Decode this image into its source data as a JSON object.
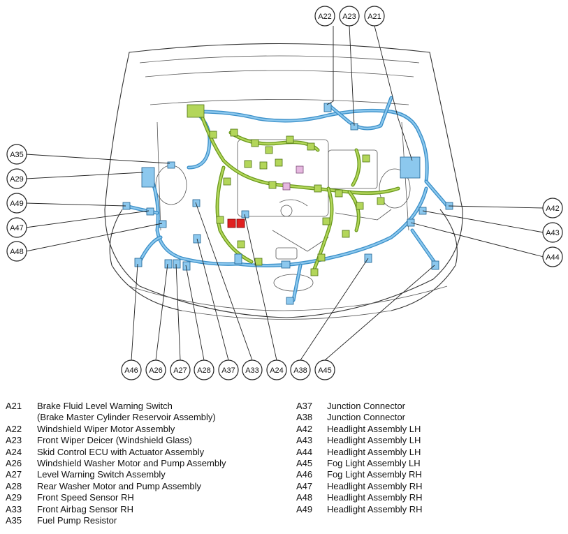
{
  "callouts": [
    {
      "id": "A22"
    },
    {
      "id": "A23"
    },
    {
      "id": "A21"
    },
    {
      "id": "A35"
    },
    {
      "id": "A29"
    },
    {
      "id": "A49"
    },
    {
      "id": "A47"
    },
    {
      "id": "A48"
    },
    {
      "id": "A42"
    },
    {
      "id": "A43"
    },
    {
      "id": "A44"
    },
    {
      "id": "A46"
    },
    {
      "id": "A26"
    },
    {
      "id": "A27"
    },
    {
      "id": "A28"
    },
    {
      "id": "A37"
    },
    {
      "id": "A33"
    },
    {
      "id": "A24"
    },
    {
      "id": "A38"
    },
    {
      "id": "A45"
    }
  ],
  "colors": {
    "harness_blue": "#3a8fc8",
    "harness_green": "#6a9a1c",
    "connector_blue": "#8cc8ee",
    "connector_green": "#b3d65a",
    "connector_pink": "#e6b8e0",
    "connector_red": "#e02020"
  },
  "legend": {
    "left": [
      {
        "code": "A21",
        "desc": "Brake Fluid Level Warning Switch"
      },
      {
        "code": "",
        "desc": "(Brake Master Cylinder Reservoir Assembly)"
      },
      {
        "code": "A22",
        "desc": "Windshield Wiper Motor Assembly"
      },
      {
        "code": "A23",
        "desc": "Front Wiper Deicer (Windshield Glass)"
      },
      {
        "code": "A24",
        "desc": "Skid Control ECU with Actuator Assembly"
      },
      {
        "code": "A26",
        "desc": "Windshield Washer Motor and Pump Assembly"
      },
      {
        "code": "A27",
        "desc": "Level Warning Switch Assembly"
      },
      {
        "code": "A28",
        "desc": "Rear Washer Motor and Pump Assembly"
      },
      {
        "code": "A29",
        "desc": "Front Speed Sensor RH"
      },
      {
        "code": "A33",
        "desc": "Front Airbag Sensor RH"
      },
      {
        "code": "A35",
        "desc": "Fuel Pump Resistor"
      }
    ],
    "right": [
      {
        "code": "A37",
        "desc": "Junction Connector"
      },
      {
        "code": "A38",
        "desc": "Junction Connector"
      },
      {
        "code": "A42",
        "desc": "Headlight Assembly LH"
      },
      {
        "code": "A43",
        "desc": "Headlight Assembly LH"
      },
      {
        "code": "A44",
        "desc": "Headlight Assembly LH"
      },
      {
        "code": "A45",
        "desc": "Fog Light Assembly LH"
      },
      {
        "code": "A46",
        "desc": "Fog Light Assembly RH"
      },
      {
        "code": "A47",
        "desc": "Headlight Assembly RH"
      },
      {
        "code": "A48",
        "desc": "Headlight Assembly RH"
      },
      {
        "code": "A49",
        "desc": "Headlight Assembly RH"
      }
    ]
  }
}
